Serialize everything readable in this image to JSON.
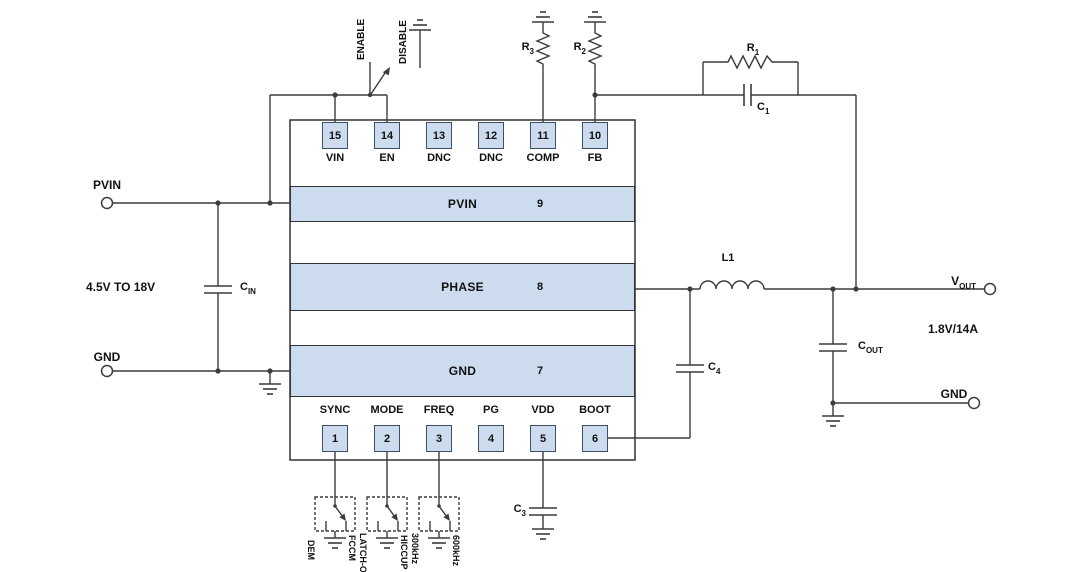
{
  "chip": {
    "top_pins": [
      {
        "number": "15",
        "label": "VIN"
      },
      {
        "number": "14",
        "label": "EN"
      },
      {
        "number": "13",
        "label": "DNC"
      },
      {
        "number": "12",
        "label": "DNC"
      },
      {
        "number": "11",
        "label": "COMP"
      },
      {
        "number": "10",
        "label": "FB"
      }
    ],
    "bars": [
      {
        "label": "PVIN",
        "number": "9"
      },
      {
        "label": "PHASE",
        "number": "8"
      },
      {
        "label": "GND",
        "number": "7"
      }
    ],
    "bottom_pins": [
      {
        "label": "SYNC",
        "number": "1"
      },
      {
        "label": "MODE",
        "number": "2"
      },
      {
        "label": "FREQ",
        "number": "3"
      },
      {
        "label": "PG",
        "number": "4"
      },
      {
        "label": "VDD",
        "number": "5"
      },
      {
        "label": "BOOT",
        "number": "6"
      }
    ]
  },
  "left": {
    "pvin_label": "PVIN",
    "input_range": "4.5V TO 18V",
    "gnd_label": "GND",
    "cin": {
      "name": "C",
      "sub": "IN"
    }
  },
  "right": {
    "vout": {
      "name": "V",
      "sub": "OUT"
    },
    "output_rating": "1.8V/14A",
    "gnd_label": "GND",
    "cout": {
      "name": "C",
      "sub": "OUT"
    },
    "l1_label": "L1"
  },
  "top": {
    "enable_label": "ENABLE",
    "disable_label": "DISABLE",
    "r3": {
      "name": "R",
      "sub": "3"
    },
    "r2": {
      "name": "R",
      "sub": "2"
    },
    "r1": {
      "name": "R",
      "sub": "1"
    },
    "c1": {
      "name": "C",
      "sub": "1"
    }
  },
  "bottom": {
    "c3": {
      "name": "C",
      "sub": "3"
    },
    "c4": {
      "name": "C",
      "sub": "4"
    },
    "switch_labels": [
      {
        "left": "DEM",
        "right": "FCCM"
      },
      {
        "left": "LATCH-OFF",
        "right": "HICCUP"
      },
      {
        "left": "300kHz",
        "right": "600kHz"
      }
    ]
  },
  "colors": {
    "pin_fill": "#ccdcee",
    "pin_border": "#3d5068",
    "wire": "#3c3c3c"
  }
}
